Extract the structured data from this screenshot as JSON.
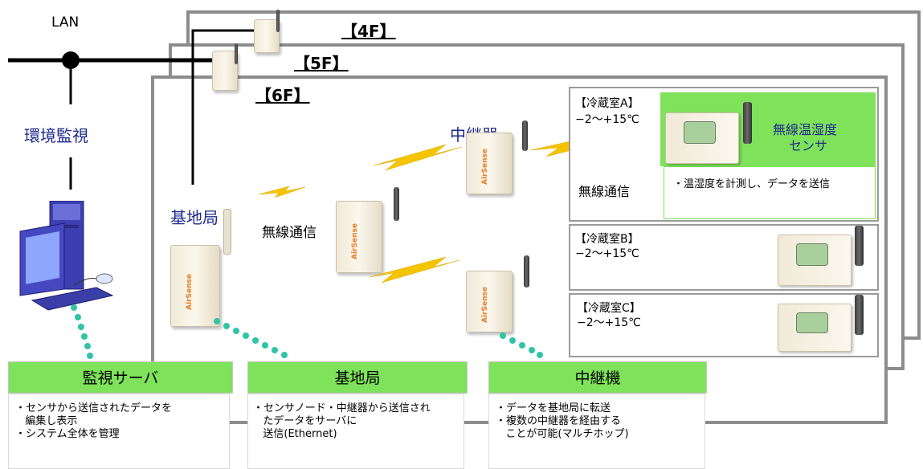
{
  "network": {
    "lan_label": "LAN",
    "monitoring_label": "環境監視"
  },
  "floors": {
    "f4": "【4F】",
    "f5": "【5F】",
    "f6": "【6F】"
  },
  "devices": {
    "base_station_label": "基地局",
    "wireless_comm_label": "無線通信",
    "repeater_label": "中継器",
    "brand": "AirSense"
  },
  "rooms": [
    {
      "name": "【冷蔵室A】",
      "range": "−2〜+15℃"
    },
    {
      "name": "【冷蔵室B】",
      "range": "−2〜+15℃"
    },
    {
      "name": "【冷蔵室C】",
      "range": "−2〜+15℃"
    }
  ],
  "sensor_callout": {
    "title_line1": "無線温湿度",
    "title_line2": "センサ",
    "comm_label": "無線通信",
    "desc": "・温湿度を計測し、データを送信"
  },
  "bottom_boxes": [
    {
      "title": "監視サーバ",
      "lines": [
        "・センサから送信されたデータを",
        "   編集し表示",
        "・システム全体を管理"
      ]
    },
    {
      "title": "基地局",
      "lines": [
        "・センサノード・中継器から送信され",
        "   たデータをサーバに",
        "   送信(Ethernet)"
      ]
    },
    {
      "title": "中継機",
      "lines": [
        "・データを基地局に転送",
        "・複数の中継器を経由する",
        "   ことが可能(マルチホップ)"
      ]
    }
  ],
  "colors": {
    "accent_green": "#7ee25a",
    "title_blue": "#1f2a8c",
    "bolt_yellow": "#f5c400",
    "dot_teal": "#2ec4a6"
  }
}
